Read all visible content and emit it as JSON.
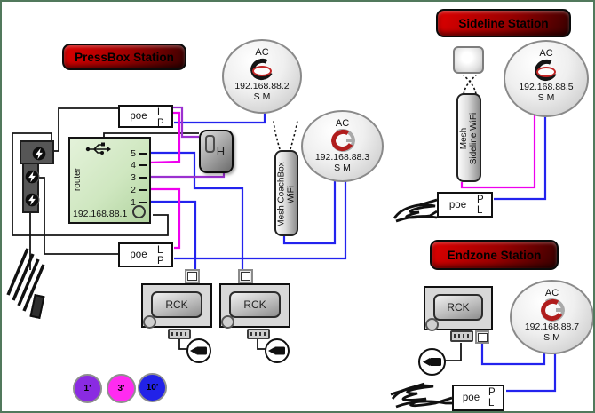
{
  "stations": {
    "pressbox": "PressBox Station",
    "sideline": "Sideline Station",
    "endzone": "Endzone Station"
  },
  "router": {
    "label": "router",
    "ip": "192.168.88.1",
    "ports": [
      "5",
      "4",
      "3",
      "2",
      "1"
    ]
  },
  "acs": [
    {
      "label": "AC",
      "ip": "192.168.88.2",
      "ports": "S M",
      "logo": "black-g-red-bar"
    },
    {
      "label": "AC",
      "ip": "192.168.88.3",
      "ports": "S M",
      "logo": "red-c-gray-g"
    },
    {
      "label": "AC",
      "ip": "192.168.88.5",
      "ports": "S M",
      "logo": "black-g-red-bar"
    },
    {
      "label": "AC",
      "ip": "192.168.88.7",
      "ports": "S M",
      "logo": "red-c-gray-g"
    }
  ],
  "poes": [
    {
      "label": "poe",
      "top": "L",
      "bottom": "P"
    },
    {
      "label": "poe",
      "top": "L",
      "bottom": "P"
    },
    {
      "label": "poe",
      "top": "P",
      "bottom": "L"
    },
    {
      "label": "poe",
      "top": "P",
      "bottom": "L"
    }
  ],
  "mesh": {
    "coachbox": {
      "line1": "Mesh CoachBox",
      "line2": "WiFi"
    },
    "sideline": {
      "line1": "Mesh",
      "line2": "Sideline  WiFi"
    }
  },
  "h_device": {
    "label": "H"
  },
  "rck": {
    "label": "RCK"
  },
  "legend": {
    "items": [
      {
        "label": "1'",
        "color": "#8a2be2"
      },
      {
        "label": "3'",
        "color": "#ff2bf0"
      },
      {
        "label": "10'",
        "color": "#2222e8"
      }
    ]
  },
  "cable_colors": {
    "blue": "#2323ee",
    "magenta": "#ee00ee",
    "purple": "#9b30d0",
    "power": "#141414"
  }
}
